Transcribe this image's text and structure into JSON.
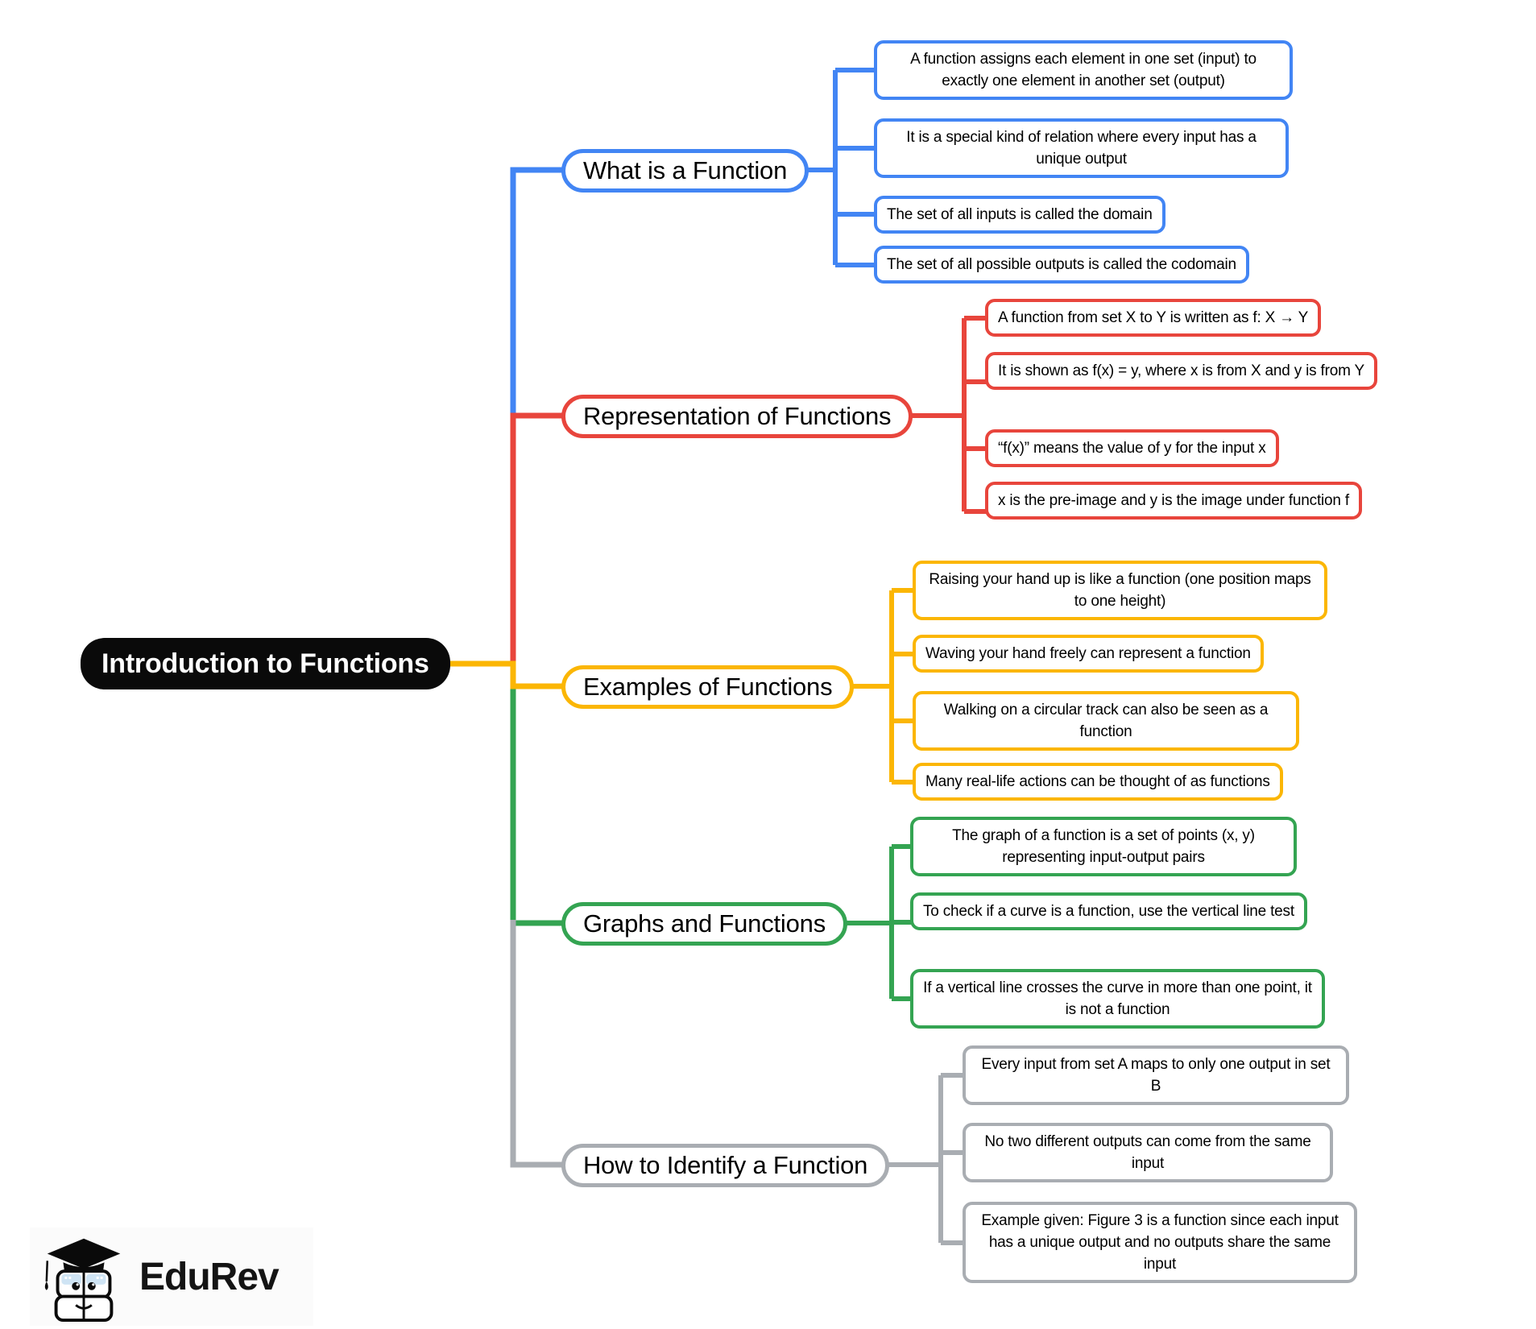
{
  "root": {
    "label": "Introduction to Functions"
  },
  "branches": [
    {
      "label": "What is a Function",
      "color": "#4285F4",
      "leaves": [
        "A function assigns each element in one set (input) to exactly one element in another set (output)",
        "It is a special kind of relation where every input has a unique output",
        "The set of all inputs is called the domain",
        "The set of all possible outputs is called the codomain"
      ]
    },
    {
      "label": "Representation of Functions",
      "color": "#E8453C",
      "leaves": [
        "A function from set X to Y is written as f: X → Y",
        "It is shown as f(x) = y, where x is from X and y is from Y",
        "“f(x)” means the value of y for the input x",
        "x is the pre-image and y is the image under function f"
      ]
    },
    {
      "label": "Examples of Functions",
      "color": "#FBB604",
      "leaves": [
        "Raising your hand up is like a function (one position maps to one height)",
        "Waving your hand freely can represent a function",
        "Walking on a circular track can also be seen as a function",
        "Many real-life actions can be thought of as functions"
      ]
    },
    {
      "label": "Graphs and Functions",
      "color": "#34A452",
      "leaves": [
        "The graph of a function is a set of points (x, y) representing input-output pairs",
        "To check if a curve is a function, use the vertical line test",
        "If a vertical line crosses the curve in more than one point, it is not a function"
      ]
    },
    {
      "label": "How to Identify a Function",
      "color": "#A9ADB2",
      "leaves": [
        "Every input from set A maps to only one output in set B",
        "No two different outputs can come from the same input",
        "Example given: Figure 3 is a function since each input has a unique output and no outputs share the same input"
      ]
    }
  ],
  "logo": {
    "text": "EduRev"
  }
}
